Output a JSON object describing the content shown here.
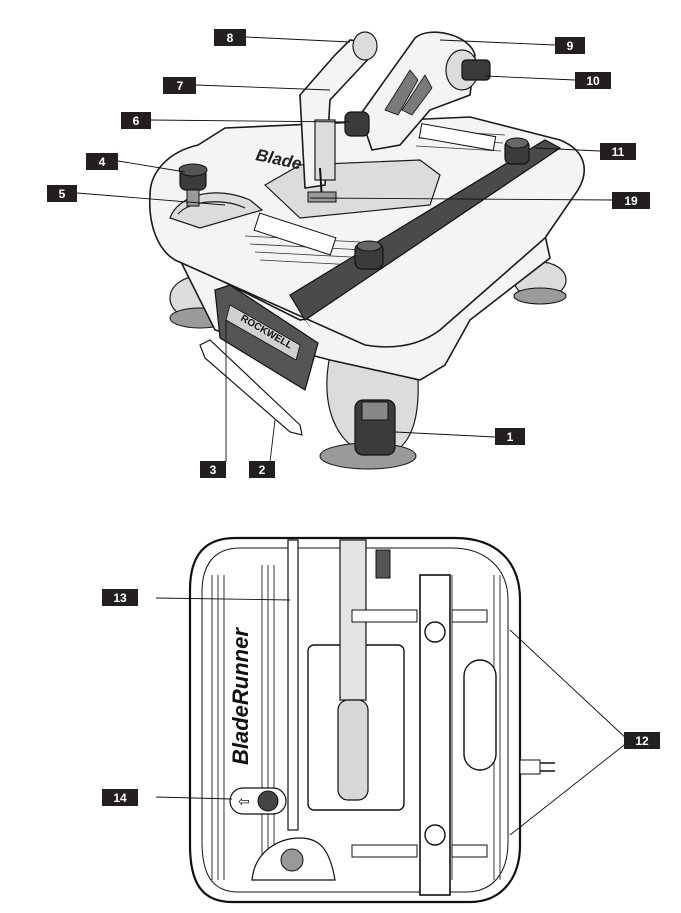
{
  "callouts": [
    {
      "id": "c1",
      "label": "1"
    },
    {
      "id": "c2",
      "label": "2"
    },
    {
      "id": "c3",
      "label": "3"
    },
    {
      "id": "c4",
      "label": "4"
    },
    {
      "id": "c5",
      "label": "5"
    },
    {
      "id": "c6",
      "label": "6"
    },
    {
      "id": "c7",
      "label": "7"
    },
    {
      "id": "c8",
      "label": "8"
    },
    {
      "id": "c9",
      "label": "9"
    },
    {
      "id": "c10",
      "label": "10"
    },
    {
      "id": "c11",
      "label": "11"
    },
    {
      "id": "c12",
      "label": "12"
    },
    {
      "id": "c13",
      "label": "13"
    },
    {
      "id": "c14",
      "label": "14"
    },
    {
      "id": "c19",
      "label": "19"
    }
  ],
  "branding": {
    "top_view_brand": "BladeRunner",
    "front_panel_brand": "ROCKWELL",
    "table_top_brand": "Blade"
  },
  "colors": {
    "callout_fill": "#231f20",
    "outline": "#1a1a1a",
    "fence": "#4a4a4a"
  }
}
